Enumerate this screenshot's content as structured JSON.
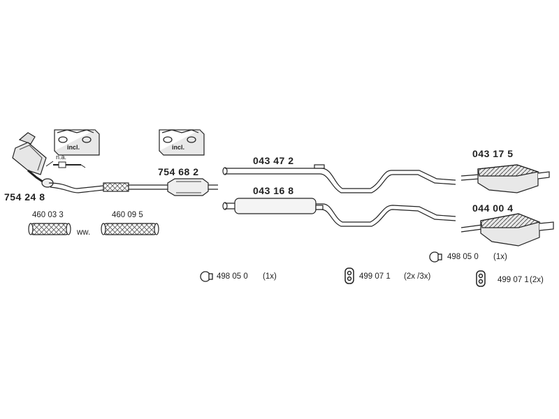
{
  "parts": {
    "cat_front": {
      "number": "754 24 8"
    },
    "cat_mid": {
      "number": "754 68 2"
    },
    "pipe_upper": {
      "number": "043 47 2"
    },
    "pipe_lower": {
      "number": "043 16 8"
    },
    "rear_upper": {
      "number": "043 17 5"
    },
    "rear_lower": {
      "number": "044 00 4"
    },
    "flex_a": {
      "number": "460 03 3"
    },
    "flex_b": {
      "number": "460 09 5"
    }
  },
  "labels": {
    "na": "n.a.",
    "ww": "ww.",
    "incl_1": "incl.",
    "incl_2": "incl."
  },
  "accessories": [
    {
      "number": "498 05 0",
      "qty": "(1x)",
      "icon": "clamp-ring-icon"
    },
    {
      "number": "499 07 1",
      "qty": "(2x /3x)",
      "icon": "rubber-hanger-icon"
    },
    {
      "number": "498 05 0",
      "qty": "(1x)",
      "icon": "clamp-ring-icon"
    },
    {
      "number": "499 07 1",
      "qty": "(2x)",
      "icon": "rubber-hanger-icon"
    }
  ]
}
